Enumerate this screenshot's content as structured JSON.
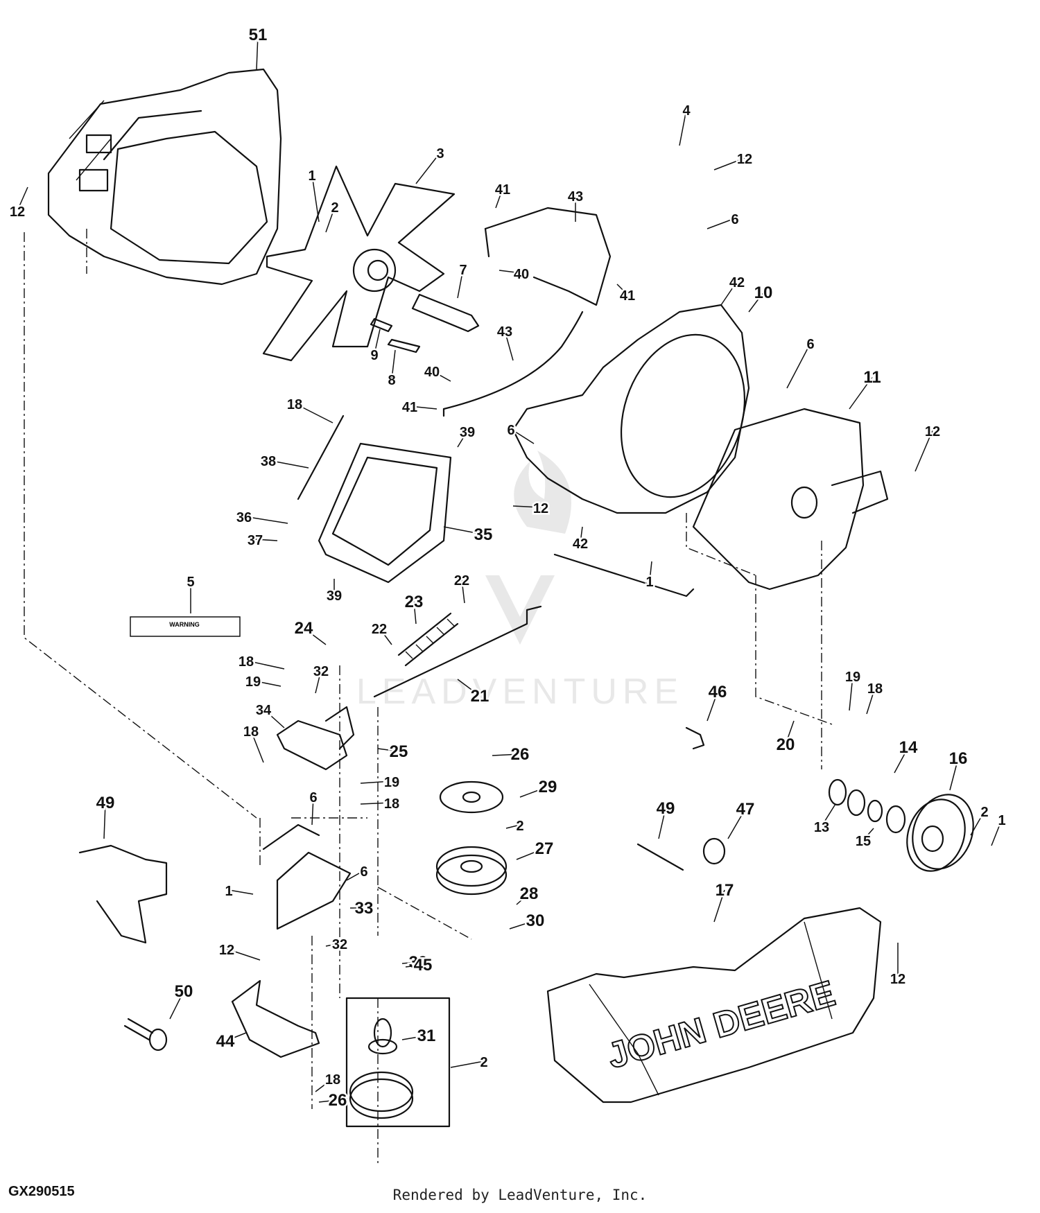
{
  "diagram_id": "GX290515",
  "footer": "Rendered by LeadVenture, Inc.",
  "watermark": "LEADVENTURE",
  "brand_text": "JOHN DEERE",
  "warning_label": "WARNING",
  "callouts": [
    {
      "n": "51"
    },
    {
      "n": "12"
    },
    {
      "n": "1"
    },
    {
      "n": "2"
    },
    {
      "n": "3"
    },
    {
      "n": "7"
    },
    {
      "n": "9"
    },
    {
      "n": "8"
    },
    {
      "n": "41"
    },
    {
      "n": "43"
    },
    {
      "n": "40"
    },
    {
      "n": "41"
    },
    {
      "n": "43"
    },
    {
      "n": "40"
    },
    {
      "n": "41"
    },
    {
      "n": "4"
    },
    {
      "n": "12"
    },
    {
      "n": "6"
    },
    {
      "n": "42"
    },
    {
      "n": "10"
    },
    {
      "n": "6"
    },
    {
      "n": "11"
    },
    {
      "n": "12"
    },
    {
      "n": "18"
    },
    {
      "n": "38"
    },
    {
      "n": "39"
    },
    {
      "n": "6"
    },
    {
      "n": "12"
    },
    {
      "n": "36"
    },
    {
      "n": "37"
    },
    {
      "n": "35"
    },
    {
      "n": "42"
    },
    {
      "n": "1"
    },
    {
      "n": "5"
    },
    {
      "n": "39"
    },
    {
      "n": "23"
    },
    {
      "n": "22"
    },
    {
      "n": "22"
    },
    {
      "n": "24"
    },
    {
      "n": "18"
    },
    {
      "n": "19"
    },
    {
      "n": "32"
    },
    {
      "n": "21"
    },
    {
      "n": "46"
    },
    {
      "n": "19"
    },
    {
      "n": "18"
    },
    {
      "n": "34"
    },
    {
      "n": "18"
    },
    {
      "n": "25"
    },
    {
      "n": "20"
    },
    {
      "n": "14"
    },
    {
      "n": "16"
    },
    {
      "n": "26"
    },
    {
      "n": "19"
    },
    {
      "n": "18"
    },
    {
      "n": "29"
    },
    {
      "n": "49"
    },
    {
      "n": "6"
    },
    {
      "n": "49"
    },
    {
      "n": "47"
    },
    {
      "n": "2"
    },
    {
      "n": "27"
    },
    {
      "n": "13"
    },
    {
      "n": "15"
    },
    {
      "n": "2"
    },
    {
      "n": "1"
    },
    {
      "n": "1"
    },
    {
      "n": "6"
    },
    {
      "n": "33"
    },
    {
      "n": "28"
    },
    {
      "n": "30"
    },
    {
      "n": "17"
    },
    {
      "n": "12"
    },
    {
      "n": "32"
    },
    {
      "n": "30"
    },
    {
      "n": "12"
    },
    {
      "n": "45"
    },
    {
      "n": "50"
    },
    {
      "n": "44"
    },
    {
      "n": "31"
    },
    {
      "n": "2"
    },
    {
      "n": "18"
    },
    {
      "n": "26"
    }
  ]
}
